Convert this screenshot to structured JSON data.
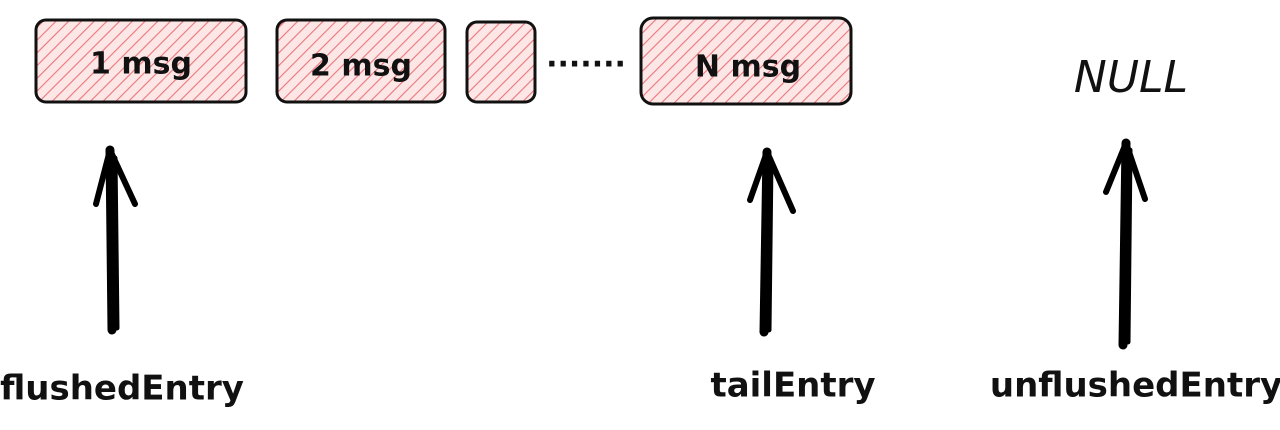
{
  "colors": {
    "hatch_stroke": "#e8777b",
    "box_fill": "#fde6e6",
    "ink": "#111111"
  },
  "boxes": [
    {
      "label": "1 msg"
    },
    {
      "label": "2 msg"
    },
    {
      "label": ""
    },
    {
      "label": "N msg"
    }
  ],
  "ellipsis": ".......",
  "null_text": "NULL",
  "pointers": [
    {
      "label": "flushedEntry"
    },
    {
      "label": "tailEntry"
    },
    {
      "label": "unflushedEntry"
    }
  ]
}
